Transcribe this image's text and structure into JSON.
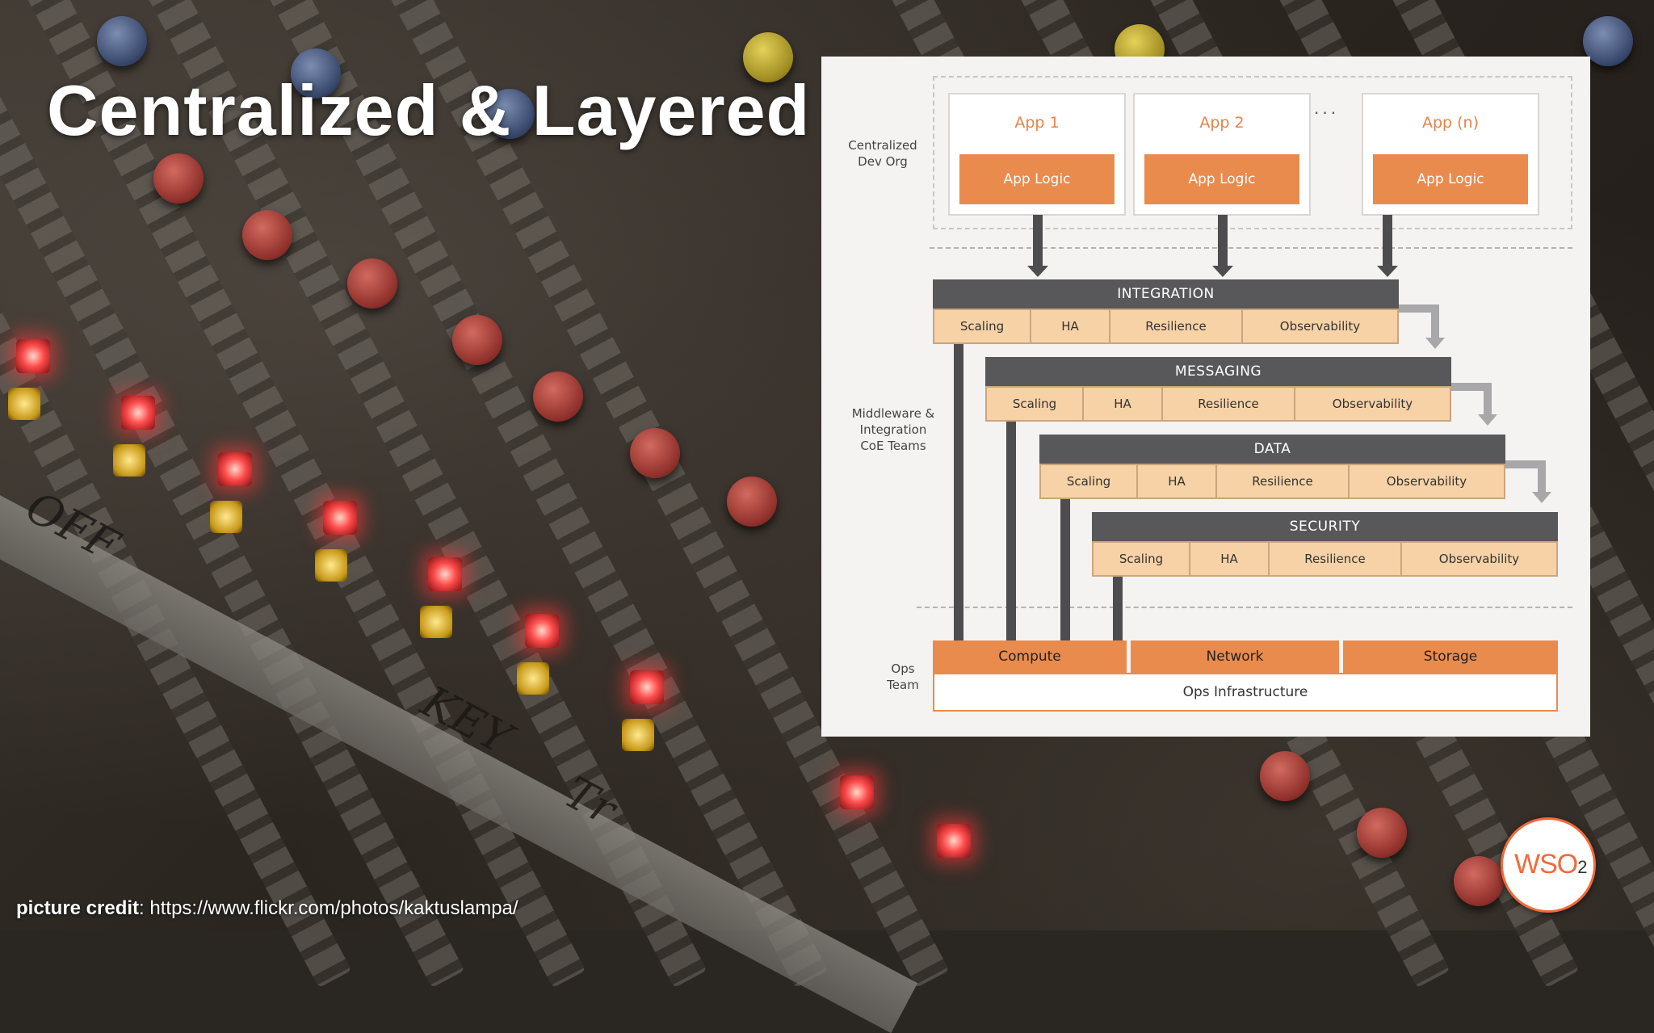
{
  "slide": {
    "title": "Centralized & Layered",
    "credit_label": "picture credit",
    "credit_url": ": https://www.flickr.com/photos/kaktuslampa/",
    "logo_text": "WSO",
    "logo_sub": "2"
  },
  "background": {
    "tape_text_1": "OFF",
    "tape_text_2": "KEY",
    "tape_text_3": "Tr"
  },
  "diagram": {
    "labels": {
      "dev_org": "Centralized Dev Org",
      "middleware": "Middleware & Integration CoE Teams",
      "ops": "Ops Team"
    },
    "apps": [
      {
        "title": "App 1",
        "logic": "App Logic"
      },
      {
        "title": "App 2",
        "logic": "App Logic"
      },
      {
        "title": "App (n)",
        "logic": "App Logic"
      }
    ],
    "ellipsis": "...",
    "layers": [
      {
        "name": "INTEGRATION",
        "cells": [
          "Scaling",
          "HA",
          "Resilience",
          "Observability"
        ]
      },
      {
        "name": "MESSAGING",
        "cells": [
          "Scaling",
          "HA",
          "Resilience",
          "Observability"
        ]
      },
      {
        "name": "DATA",
        "cells": [
          "Scaling",
          "HA",
          "Resilience",
          "Observability"
        ]
      },
      {
        "name": "SECURITY",
        "cells": [
          "Scaling",
          "HA",
          "Resilience",
          "Observability"
        ]
      }
    ],
    "ops": {
      "resources": [
        "Compute",
        "Network",
        "Storage"
      ],
      "infrastructure": "Ops Infrastructure"
    }
  },
  "colors": {
    "accent_orange": "#ea8b4e",
    "layer_header": "#58585a",
    "layer_cell": "#f7d2a6"
  }
}
